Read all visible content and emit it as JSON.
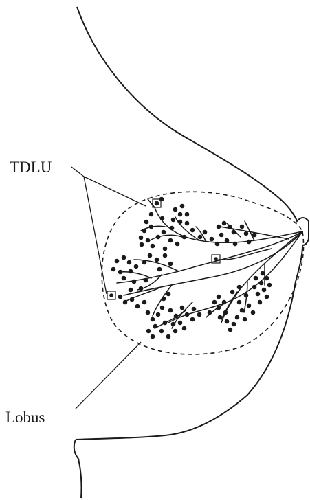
{
  "labels": {
    "tdlu": "TDLU",
    "lobus": "Lobus"
  },
  "colors": {
    "ink": "#1a1a1a",
    "background": "#ffffff"
  },
  "icons": {
    "ductal_tree": "branching-duct-tree",
    "tdlu_marker": "square-marker"
  }
}
